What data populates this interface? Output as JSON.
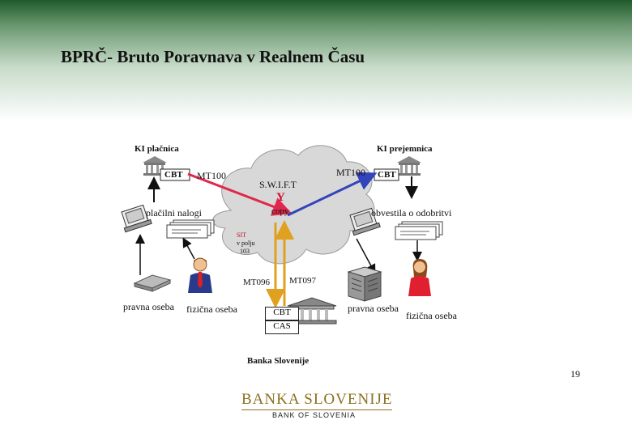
{
  "title": "BPRČ- Bruto Poravnava v Realnem Času",
  "diagram": {
    "payer_bank": "KI plačnica",
    "payee_bank": "KI prejemnica",
    "cbt_left": "CBT",
    "cbt_right": "CBT",
    "mt100_left": "MT100",
    "mt100_right": "MT100",
    "swift": "S.W.I.F.T",
    "swift_y": "Y",
    "copy": "copy",
    "payment_orders": "plačilni nalogi",
    "credit_notices": "obvestila o odobritvi",
    "sit_line1": "SIT",
    "sit_line2": "v polju",
    "sit_line3": "103",
    "mt096": "MT096",
    "mt097": "MT097",
    "legal_person_left": "pravna oseba",
    "natural_person_left": "fizična oseba",
    "legal_person_right": "pravna oseba",
    "natural_person_right": "fizična oseba",
    "central_cbt": "CBT",
    "central_cas": "CAS",
    "central_bank": "Banka Slovenije"
  },
  "page_number": "19",
  "logo": {
    "main": "BANKA SLOVENIJE",
    "sub": "BANK OF SLOVENIA"
  },
  "colors": {
    "red_arrow": "#e0284e",
    "blue_arrow": "#3344bb",
    "gold_arrow": "#e0a020",
    "header_green": "#1f5a2c",
    "logo_gold": "#8a7020"
  }
}
